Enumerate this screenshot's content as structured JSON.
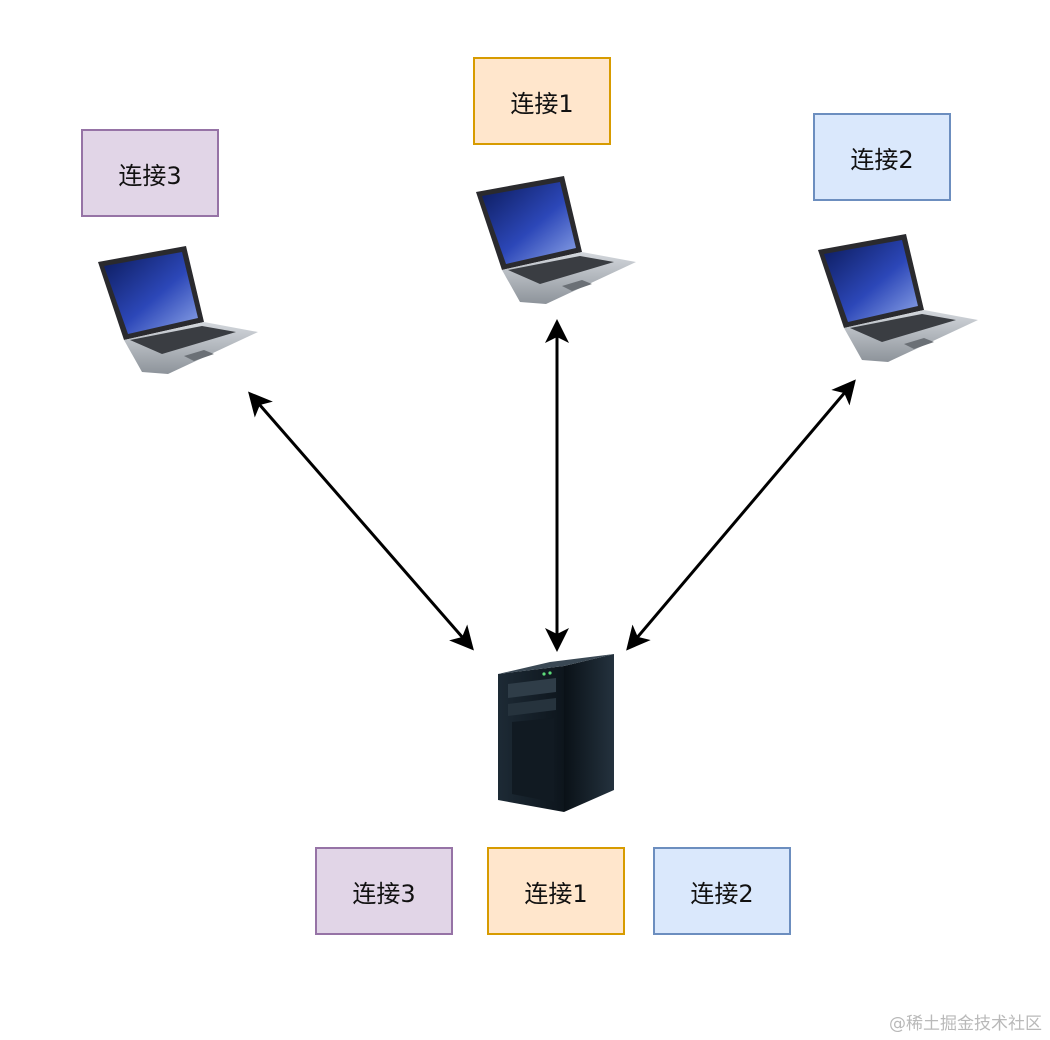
{
  "diagram": {
    "client_labels": {
      "top_left": "连接3",
      "top_center": "连接1",
      "top_right": "连接2"
    },
    "server_labels": [
      "连接3",
      "连接1",
      "连接2"
    ],
    "watermark": "@稀土掘金技术社区"
  },
  "colors": {
    "connection_1_fill": "#ffe6cc",
    "connection_1_stroke": "#d79b00",
    "connection_2_fill": "#dae8fc",
    "connection_2_stroke": "#6c8ebf",
    "connection_3_fill": "#e1d5e7",
    "connection_3_stroke": "#9673a6",
    "arrow": "#000000"
  },
  "icons": {
    "clients": "laptop-icon",
    "server": "server-tower-icon"
  }
}
